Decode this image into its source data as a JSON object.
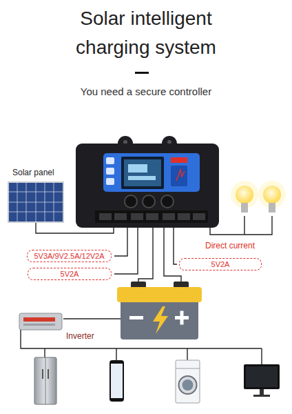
{
  "diagram": {
    "title": "Solar intelligent charging system",
    "nodes": [
      {
        "text": [
          "5V3A/9V2.5A/12V2A"
        ]
      },
      {
        "text": [
          "5V2A"
        ]
      },
      {
        "text": [
          "5V2A"
        ]
      }
    ],
    "labels": [
      "You need a secure controller",
      "Solar panel",
      "Direct current",
      "Inverter"
    ]
  }
}
